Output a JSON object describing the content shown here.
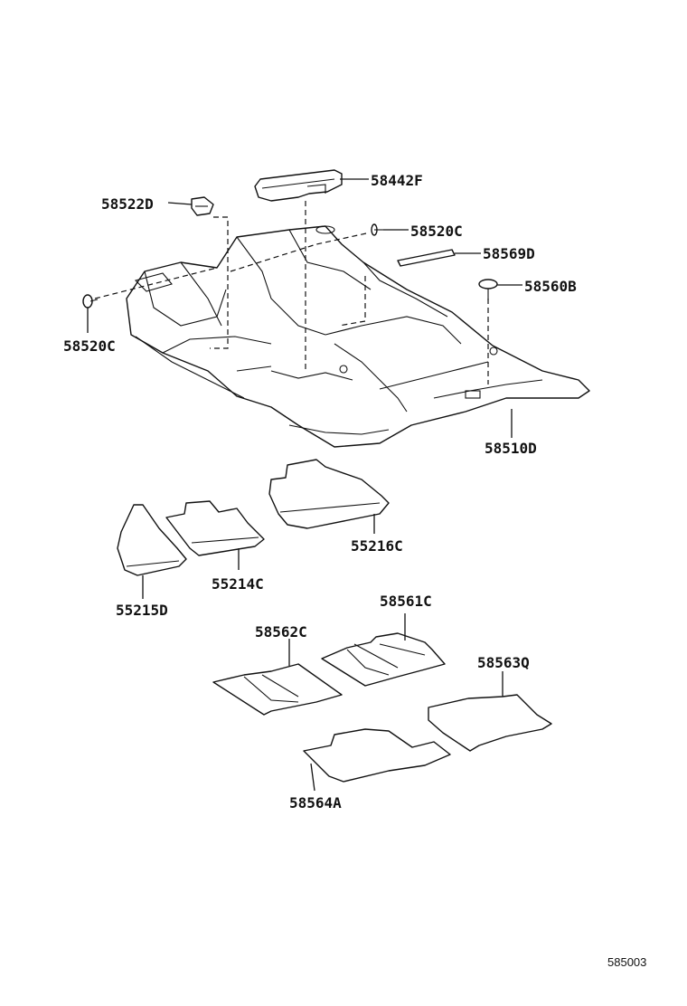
{
  "labels": {
    "p58442F": "58442F",
    "p58522D": "58522D",
    "p58520C_top": "58520C",
    "p58569D": "58569D",
    "p58560B": "58560B",
    "p58520C_left": "58520C",
    "p58510D": "58510D",
    "p55216C": "55216C",
    "p55214C": "55214C",
    "p55215D": "55215D",
    "p58561C": "58561C",
    "p58562C": "58562C",
    "p58563Q": "58563Q",
    "p58564A": "58564A"
  },
  "diagram_id": "585003"
}
